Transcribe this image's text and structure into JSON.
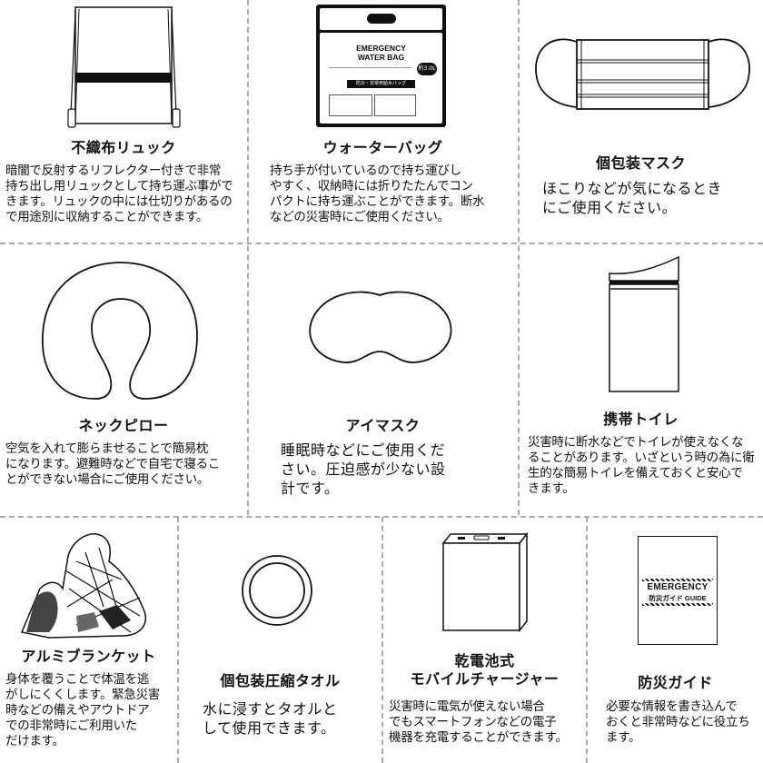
{
  "items": [
    {
      "name": "不織布リュック",
      "desc": "暗闇で反射するリフレクター付きで非常\n持ち出し用リュックとして持ち運ぶ事がで\nきます。リュックの中には仕切りがあるの\nで用途別に収納することができます。"
    },
    {
      "name": "ウォーターバッグ",
      "desc": "持ち手が付いているので持ち運びし\nやすく、収納時には折りたたんでコン\nパクトに持ち運ぶことができます。断水\nなどの災害時にご使用ください。",
      "label": {
        "line1": "EMERGENCY",
        "line2": "WATER BAG",
        "capacity": "約3.0L",
        "band": "防災・非常用給水バッグ"
      }
    },
    {
      "name": "個包装マスク",
      "desc": "ほこりなどが気になるとき\nにご使用ください。"
    },
    {
      "name": "ネックピロー",
      "desc": "空気を入れて膨らませることで簡易枕\nになります。避難時などで自宅で寝るこ\nとができない場合にご使用ください。"
    },
    {
      "name": "アイマスク",
      "desc": "睡眠時などにご使用くだ\nさい。圧迫感が少ない設\n計です。"
    },
    {
      "name": "携帯トイレ",
      "desc": "災害時に断水などでトイレが使えなくな\nることがあります。いざという時の為に衛\n生的な簡易トイレを備えておくと安心で\nきます。"
    },
    {
      "name": "アルミブランケット",
      "desc": "身体を覆うことで体温を逃\nがしにくくします。緊急災害\n時などの備えやアウトドア\nでの非常時にご利用いた\nだけます。"
    },
    {
      "name": "個包装圧縮タオル",
      "desc": "水に浸すとタオルと\nして使用できます。"
    },
    {
      "name": "乾電池式\nモバイルチャージャー",
      "desc": "災害時に電気が使えない場合\nでもスマートフォンなどの電子\n機器を充電することができます。"
    },
    {
      "name": "防災ガイド",
      "desc": "必要な情報を書き込んで\nおくと非常時などに役立ち\nます。",
      "cover": {
        "line1": "EMERGENCY",
        "line2": "防災ガイド GUIDE"
      }
    }
  ]
}
